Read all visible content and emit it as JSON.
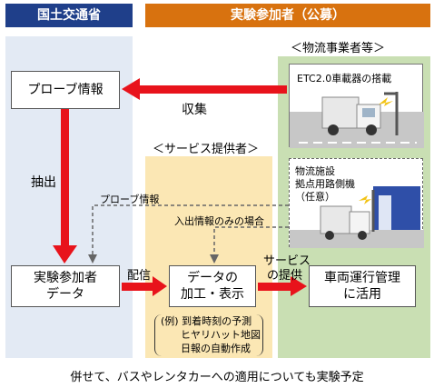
{
  "headers": {
    "mlit": "国土交通省",
    "participants": "実験参加者（公募）"
  },
  "groups": {
    "logistics": "＜物流事業者等＞",
    "service": "＜サービス提供者＞"
  },
  "boxes": {
    "probe": "プローブ情報",
    "participant_data_line1": "実験参加者",
    "participant_data_line2": "データ",
    "processing_line1": "データの",
    "processing_line2": "加工・表示",
    "fleet_line1": "車両運行管理",
    "fleet_line2": "に活用"
  },
  "photos": {
    "etc_caption": "ETC2.0車載器の搭載",
    "facility_line1": "物流施設",
    "facility_line2": "拠点用路側機",
    "facility_line3": "（任意）"
  },
  "arrows": {
    "collect": "収集",
    "extract": "抽出",
    "deliver": "配信",
    "service_line1": "サービス",
    "service_line2": "の提供",
    "probe_info": "プローブ情報",
    "inout_only": "入出情報のみの場合"
  },
  "examples": {
    "line1": "(例) 到着時刻の予測",
    "line2": "ヒヤリハット地図",
    "line3": "日報の自動作成"
  },
  "footer": "併せて、バスやレンタカーへの適用についても実験予定",
  "colors": {
    "mlit_header": "#1f3f8a",
    "participant_header": "#d8720f",
    "mlit_panel": "#e3eaf4",
    "logistics_panel": "#c9dfb3",
    "service_panel": "#fbe7b4",
    "arrow": "#e8131b"
  }
}
